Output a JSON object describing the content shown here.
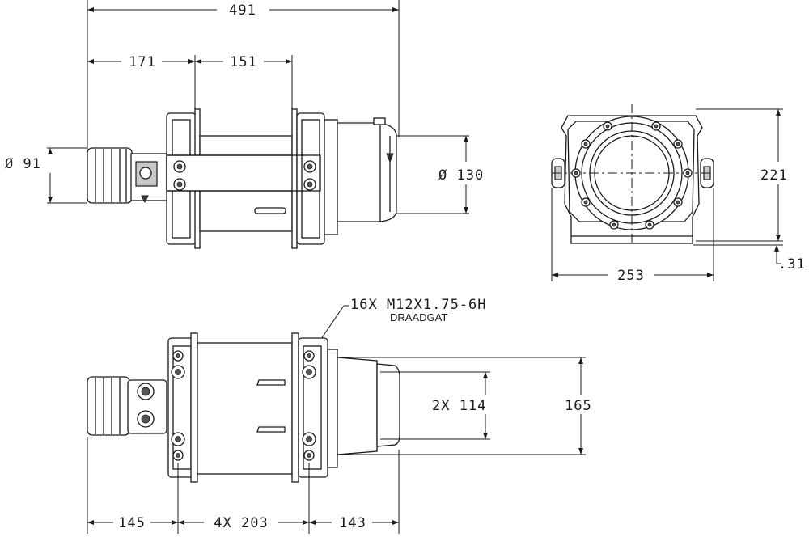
{
  "dimensions": {
    "overall_length": "491",
    "motor_length": "171",
    "drum_length": "151",
    "motor_diameter": "Ø 91",
    "gearbox_diameter": "Ø 130",
    "end_height": "221",
    "end_width": "253",
    "base_offset": ".31",
    "thread_note": "16X M12X1.75-6H",
    "thread_note_sub": "DRAADGAT",
    "hole_spacing_vertical": "2X 114",
    "gearbox_height": "165",
    "left_offset": "145",
    "hole_spacing_horizontal": "4X 203",
    "right_offset": "143"
  },
  "colors": {
    "line": "#1a1a1a",
    "shading": "#c9c9c9"
  }
}
